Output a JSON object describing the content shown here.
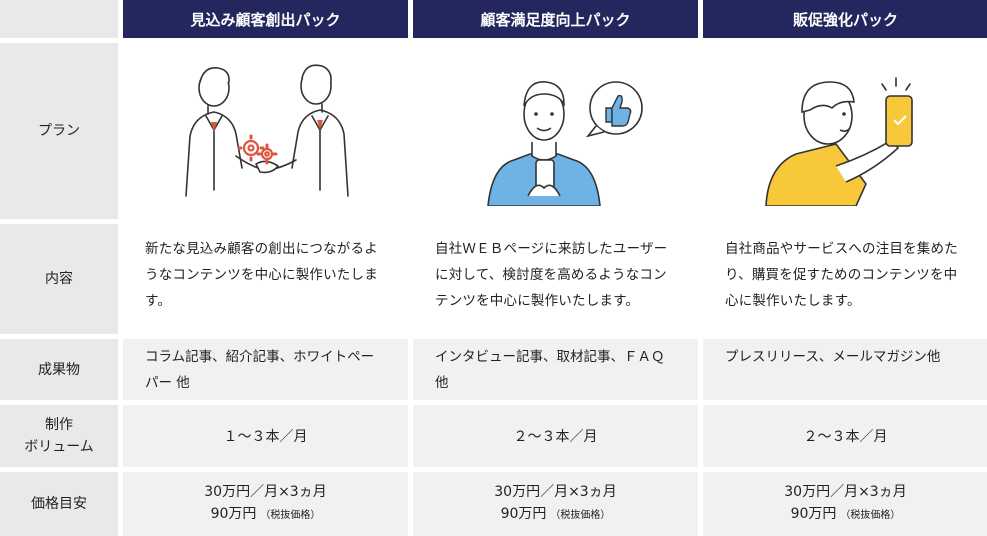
{
  "headers": [
    "見込み顧客創出パック",
    "顧客満足度向上パック",
    "販促強化パック"
  ],
  "row_labels": {
    "plan": "プラン",
    "content": "内容",
    "deliverables": "成果物",
    "volume_line1": "制作",
    "volume_line2": "ボリューム",
    "price": "価格目安"
  },
  "contents": [
    "新たな見込み顧客の創出につながるようなコンテンツを中心に製作いたします。",
    "自社ＷＥＢページに来訪したユーザーに対して、検討度を高めるようなコンテンツを中心に製作いたします。",
    "自社商品やサービスへの注目を集めたり、購買を促すためのコンテンツを中心に製作いたします。"
  ],
  "deliverables": [
    "コラム記事、紹介記事、ホワイトペーパー 他",
    "インタビュー記事、取材記事、ＦＡＱ他",
    "プレスリリース、メールマガジン他"
  ],
  "volumes": [
    "１〜３本／月",
    "２〜３本／月",
    "２〜３本／月"
  ],
  "prices": [
    {
      "monthly": "30万円／月×3ヵ月",
      "total": "90万円",
      "note": "（税抜価格）"
    },
    {
      "monthly": "30万円／月×3ヵ月",
      "total": "90万円",
      "note": "（税抜価格）"
    },
    {
      "monthly": "30万円／月×3ヵ月",
      "total": "90万円",
      "note": "（税抜価格）"
    }
  ],
  "colors": {
    "header_bg": "#24275e",
    "label_bg": "#e9e9ec",
    "accent_red": "#e0533f",
    "accent_blue": "#6fb3e6",
    "accent_yellow": "#f7c93a"
  },
  "icons": [
    "handshake-illustration",
    "thumbs-up-illustration",
    "smartphone-pointing-illustration"
  ]
}
